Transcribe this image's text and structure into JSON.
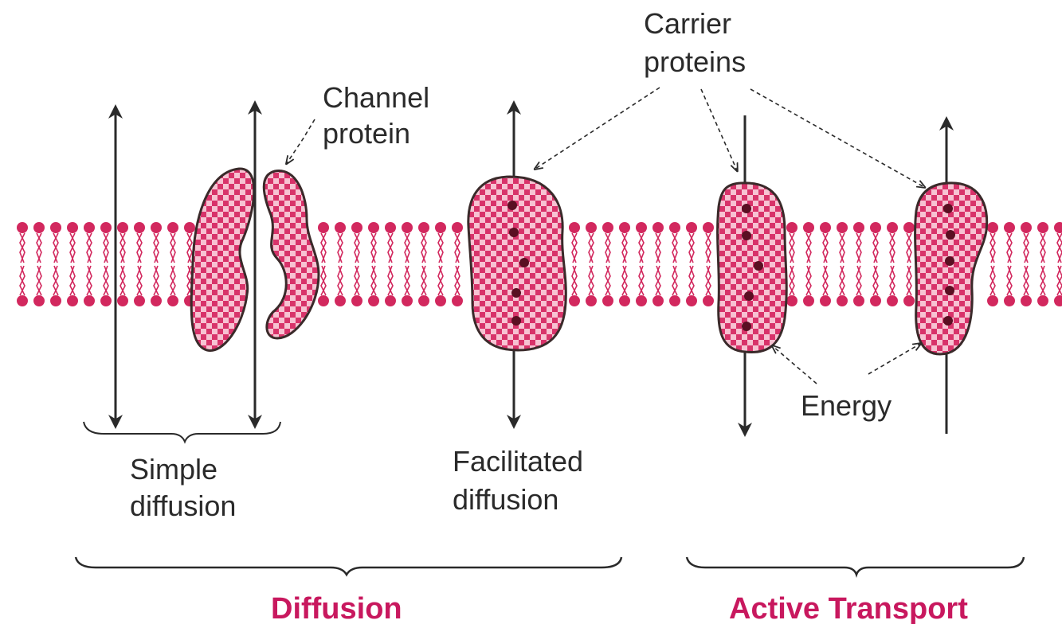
{
  "labels": {
    "carrier_line1": "Carrier",
    "carrier_line2": "proteins",
    "channel_line1": "Channel",
    "channel_line2": "protein",
    "simple_line1": "Simple",
    "simple_line2": "diffusion",
    "facilitated_line1": "Facilitated",
    "facilitated_line2": "diffusion",
    "energy": "Energy",
    "diffusion": "Diffusion",
    "active_transport": "Active Transport"
  },
  "colors": {
    "membrane": "#d2285e",
    "protein_fill": "#e8577f",
    "protein_light": "#f7c2d2",
    "outline": "#3a2a2a",
    "heading": "#c8185e",
    "text": "#2a2a2a"
  }
}
